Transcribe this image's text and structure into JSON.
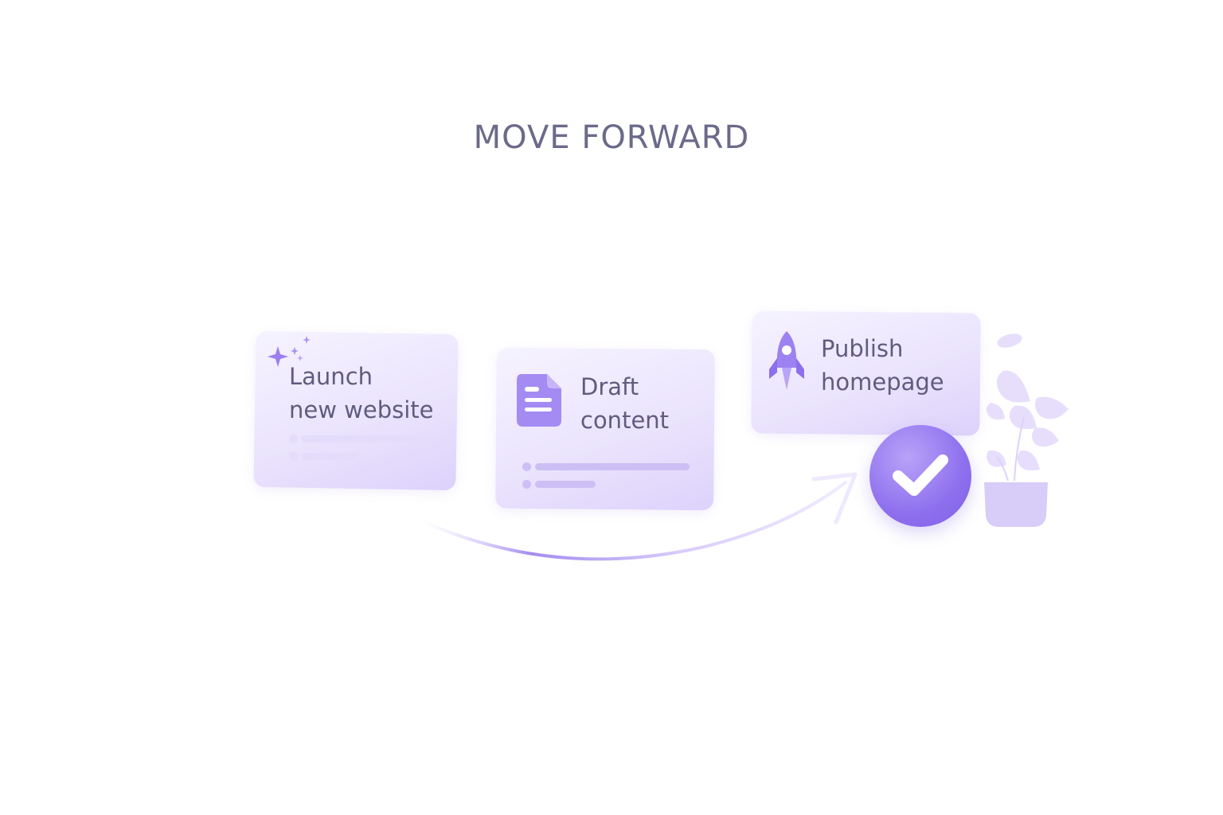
{
  "headline": "MOVE FORWARD",
  "steps": [
    {
      "line1": "Launch",
      "line2": "new website",
      "icon": "sparkle-icon"
    },
    {
      "line1": "Draft",
      "line2": "content",
      "icon": "document-icon"
    },
    {
      "line1": "Publish",
      "line2": "homepage",
      "icon": "rocket-icon"
    }
  ],
  "colors": {
    "accent": "#8e70ee",
    "text": "#5f5c7e",
    "headline": "#6b6a8a",
    "card": "#ebe4fd"
  },
  "icons": [
    "sparkle-icon",
    "document-icon",
    "rocket-icon",
    "check-icon",
    "arrow-icon",
    "plant-icon"
  ]
}
